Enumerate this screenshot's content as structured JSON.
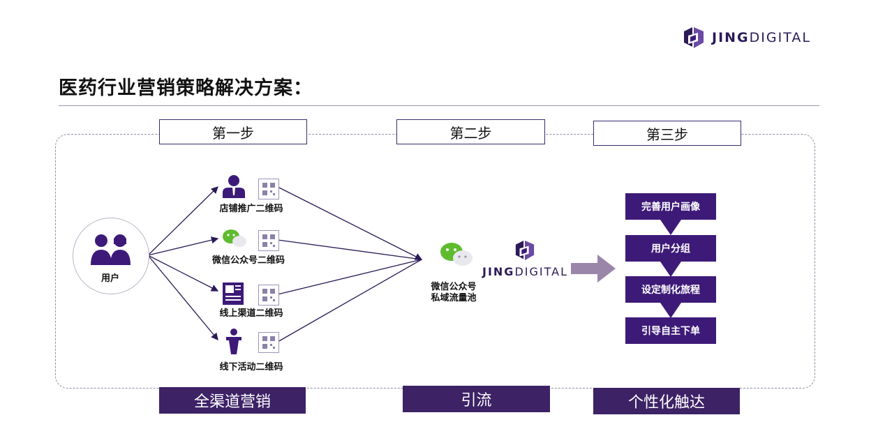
{
  "brand": {
    "name_bold": "JING",
    "name_light": "DIGITAL"
  },
  "title": "医药行业营销策略解决方案：",
  "steps": [
    "第一步",
    "第二步",
    "第三步"
  ],
  "bands": [
    "全渠道营销",
    "引流",
    "个性化触达"
  ],
  "user": {
    "label": "用户"
  },
  "channels": [
    {
      "label": "店铺推广二维码",
      "icon": "staff-icon"
    },
    {
      "label": "微信公众号二维码",
      "icon": "wechat-icon"
    },
    {
      "label": "线上渠道二维码",
      "icon": "document-icon"
    },
    {
      "label": "线下活动二维码",
      "icon": "podium-icon"
    }
  ],
  "pool": {
    "label_line1": "微信公众号",
    "label_line2": "私域流量池",
    "icon": "wechat-icon"
  },
  "process": [
    "完善用户画像",
    "用户分组",
    "设定制化旅程",
    "引导自主下单"
  ],
  "colors": {
    "primary": "#3d1a78",
    "band": "#3d2266",
    "arrow": "#9a86a9",
    "line": "#2b1a57"
  }
}
